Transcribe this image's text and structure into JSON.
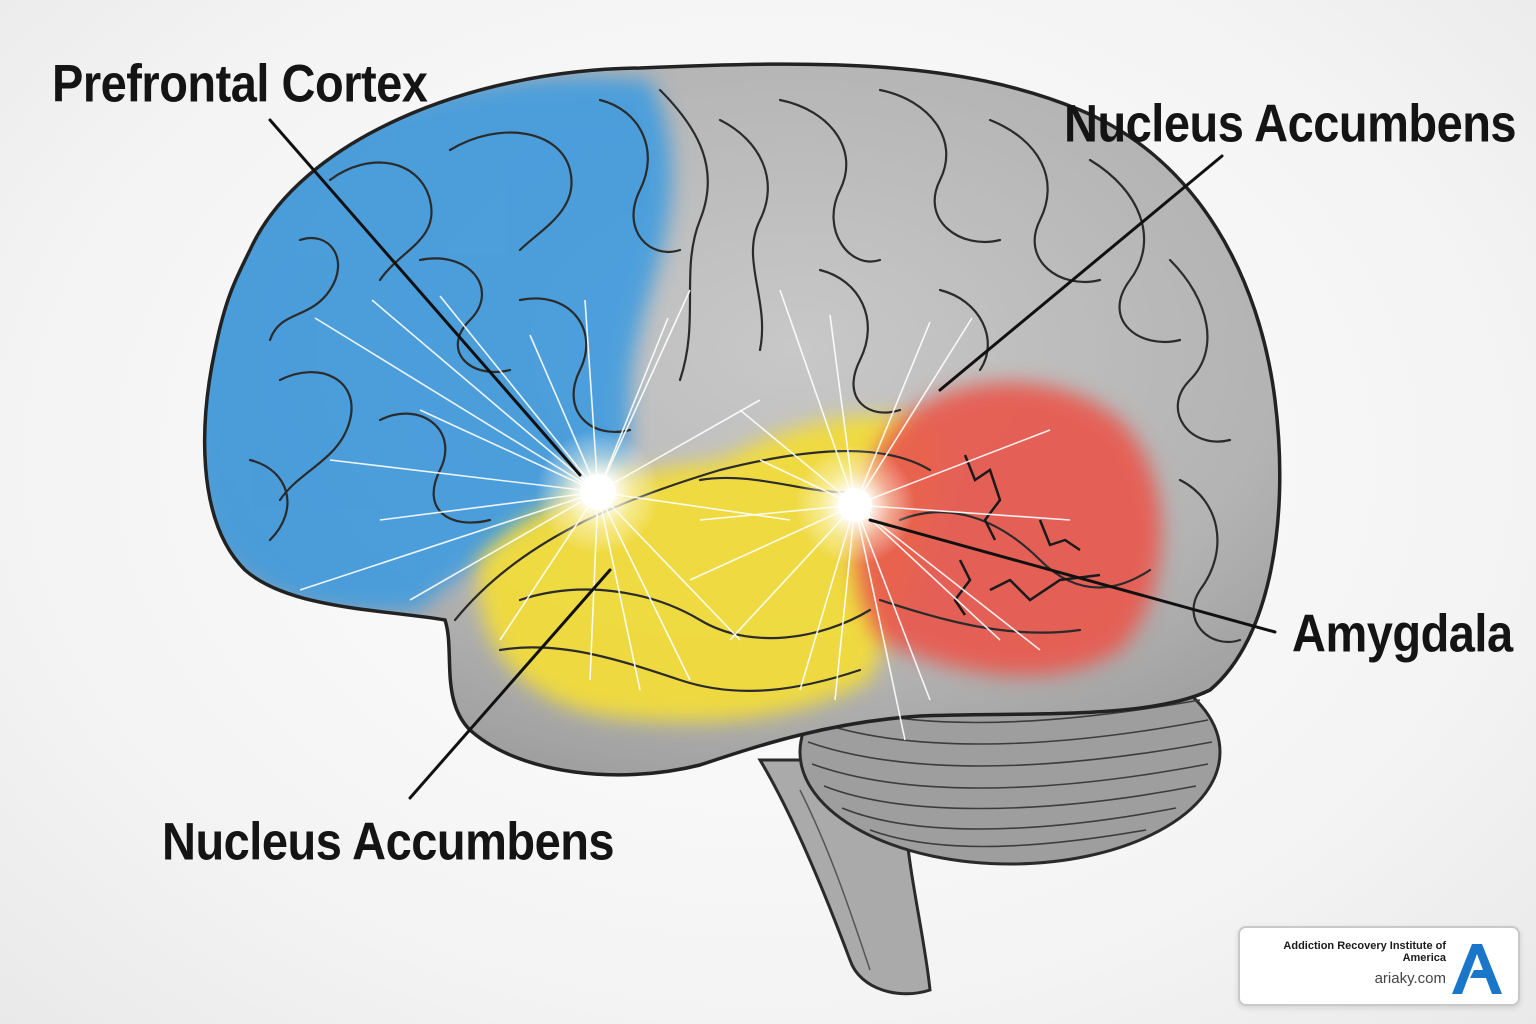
{
  "labels": {
    "prefrontal_cortex": "Prefrontal Cortex",
    "nucleus_accumbens_top": "Nucleus Accumbens",
    "amygdala": "Amygdala",
    "nucleus_accumbens_bottom": "Nucleus Accumbens"
  },
  "brand": {
    "name": "Addiction Recovery Institute of America",
    "url": "ariaky.com",
    "logo_icon": "letter-a-logo-icon",
    "logo_color": "#1976c8"
  },
  "colors": {
    "prefrontal_region": "#3d9be0",
    "nucleus_accumbens_region": "#f2dc3a",
    "amygdala_region": "#e85a50",
    "brain_tissue": "#b7b7b7"
  }
}
